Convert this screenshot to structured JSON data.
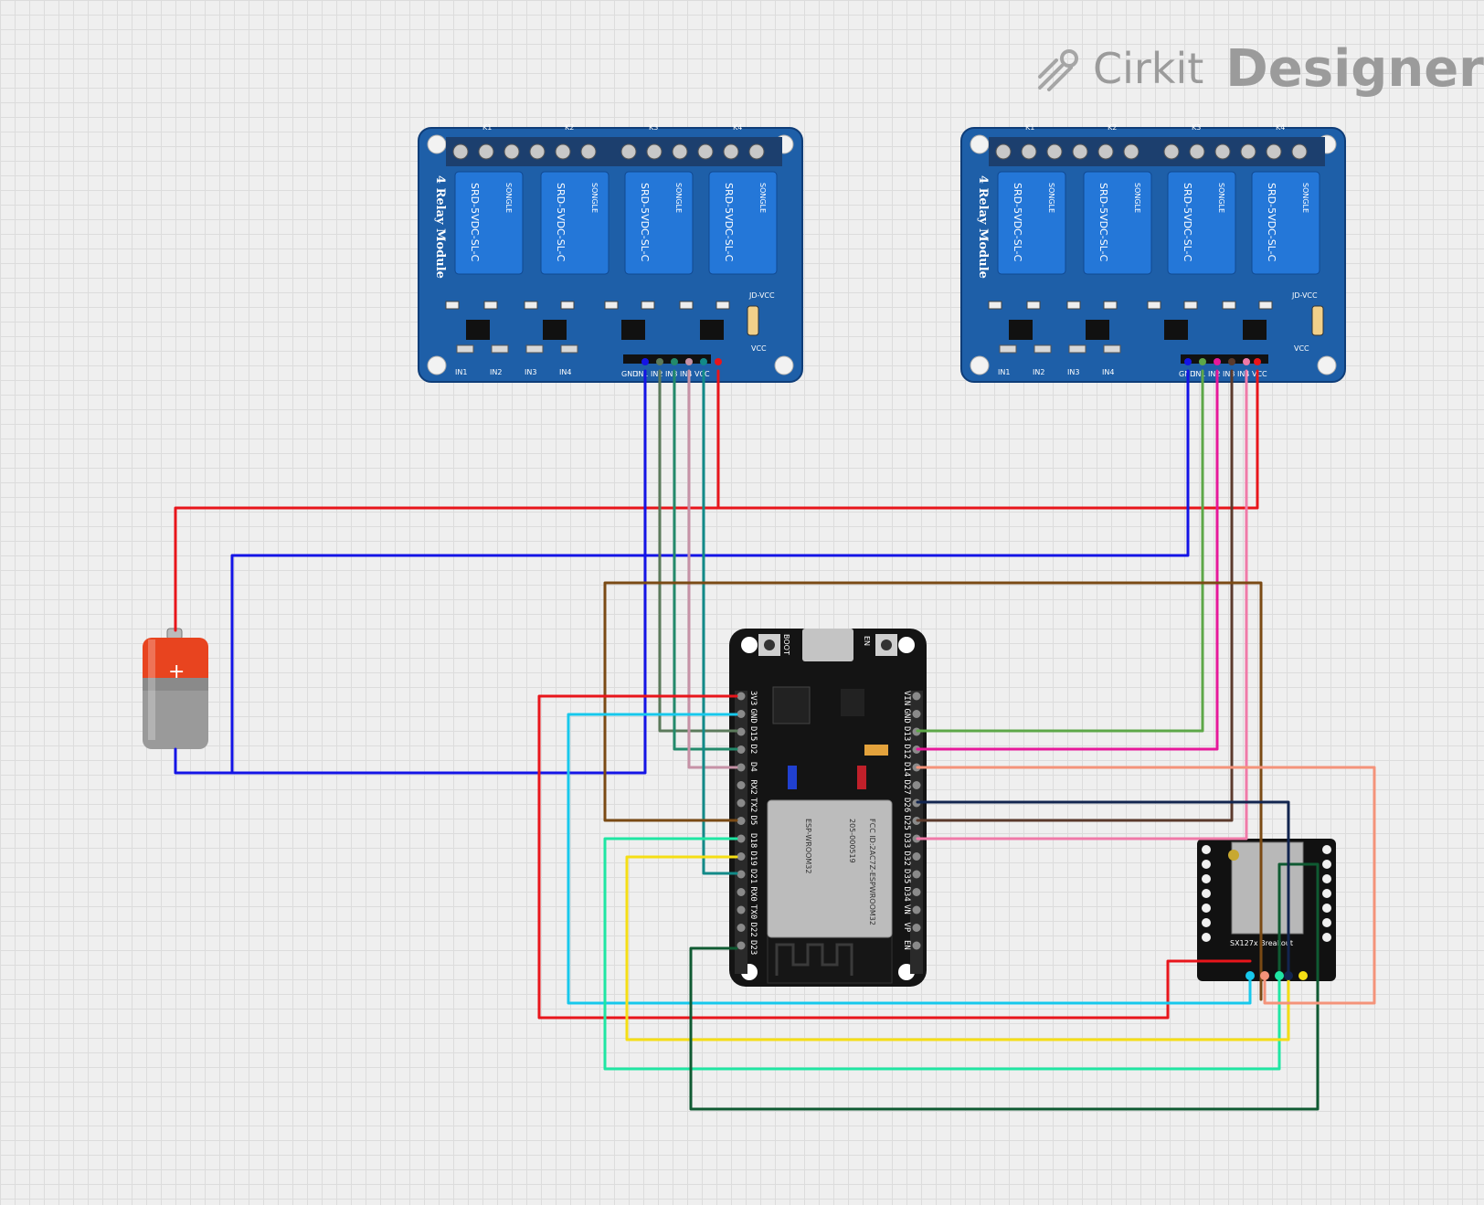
{
  "app": {
    "brand_prefix": "Cirkit",
    "brand_name": "Designer"
  },
  "relay_modules": [
    {
      "title": "4 Relay Module",
      "relays": [
        "K1",
        "K2",
        "K3",
        "K4"
      ],
      "relay_part": "SRD-5VDC-SL-C",
      "relay_brand": "SONGLE",
      "inputs": [
        "IN1",
        "IN2",
        "IN3",
        "IN4"
      ],
      "header_pins": [
        "GND",
        "IN1",
        "IN2",
        "IN3",
        "IN4",
        "VCC"
      ],
      "jumper_labels": [
        "JD-VCC",
        "VCC"
      ]
    },
    {
      "title": "4 Relay Module",
      "relays": [
        "K1",
        "K2",
        "K3",
        "K4"
      ],
      "relay_part": "SRD-5VDC-SL-C",
      "relay_brand": "SONGLE",
      "inputs": [
        "IN1",
        "IN2",
        "IN3",
        "IN4"
      ],
      "header_pins": [
        "GND",
        "IN1",
        "IN2",
        "IN3",
        "IN4",
        "VCC"
      ],
      "jumper_labels": [
        "JD-VCC",
        "VCC"
      ]
    }
  ],
  "esp32": {
    "buttons": [
      "BOOT",
      "EN"
    ],
    "left_pins": [
      "3V3",
      "GND",
      "D15",
      "D2",
      "D4",
      "RX2",
      "TX2",
      "D5",
      "D18",
      "D19",
      "D21",
      "RX0",
      "TX0",
      "D22",
      "D23"
    ],
    "right_pins": [
      "VIN",
      "GND",
      "D13",
      "D12",
      "D14",
      "D27",
      "D26",
      "D25",
      "D33",
      "D32",
      "D35",
      "D34",
      "VN",
      "VP",
      "EN"
    ],
    "module_name": "ESP-WROOM32",
    "module_fcc": "FCC ID:2AC7Z-ESPWROOM32",
    "module_code": "205-000519"
  },
  "lora": {
    "label": "SX127x Breakout"
  },
  "wire_colors": {
    "red": "#e8151b",
    "blue": "#1414e6",
    "green": "#5da748",
    "teal": "#128a88",
    "seagreen": "#238a6b",
    "pink": "#f07aa8",
    "mauve": "#c692a6",
    "magenta": "#e6189a",
    "salmon": "#f4937a",
    "brown": "#7a4a14",
    "darkbrown": "#5b3a2c",
    "navy": "#12254f",
    "cyan": "#17c8ec",
    "mint": "#1fe6a3",
    "yellow": "#f5de14",
    "darkgreen": "#0f5a32"
  }
}
